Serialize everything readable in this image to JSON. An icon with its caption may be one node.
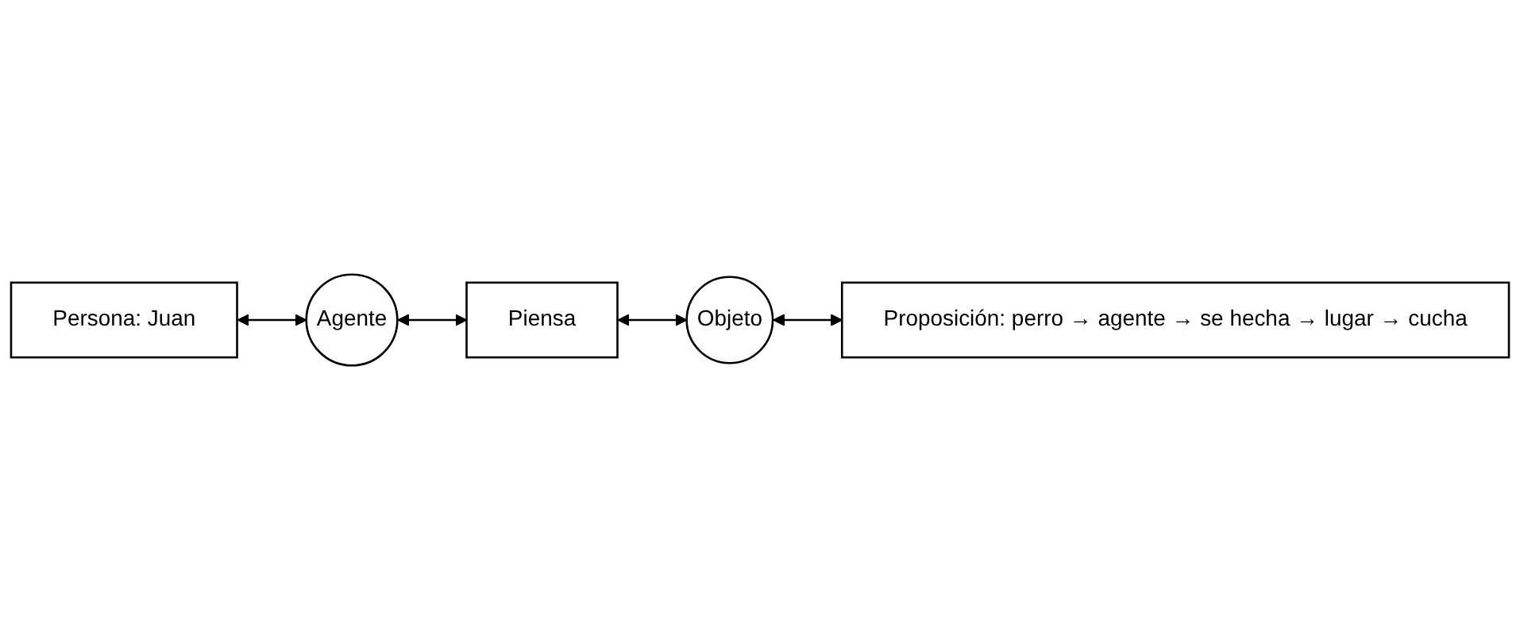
{
  "diagram": {
    "nodes": [
      {
        "text": [
          "Persona: Juan"
        ]
      },
      {
        "text": [
          "Agente"
        ]
      },
      {
        "text": [
          "Piensa"
        ]
      },
      {
        "text": [
          "Objeto"
        ]
      },
      {
        "text": [
          "Proposición: perro → agente → se hecha → lugar → cucha"
        ]
      }
    ],
    "edges": [
      {
        "from": 0,
        "to": 1,
        "arrow": "both"
      },
      {
        "from": 1,
        "to": 2,
        "arrow": "both"
      },
      {
        "from": 2,
        "to": 3,
        "arrow": "both"
      },
      {
        "from": 3,
        "to": 4,
        "arrow": "both"
      }
    ]
  }
}
